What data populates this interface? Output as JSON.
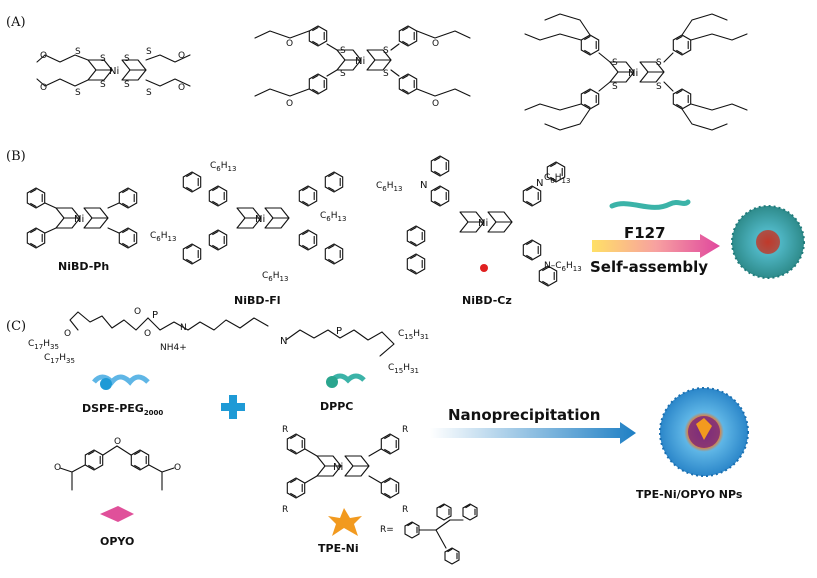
{
  "panels": {
    "a": {
      "label": "(A)"
    },
    "b": {
      "label": "(B)"
    },
    "c": {
      "label": "(C)"
    }
  },
  "atoms": {
    "ni": "Ni",
    "s": "S",
    "o": "O",
    "n": "N",
    "n_plus": "N",
    "r": "R",
    "subscript_3": "3"
  },
  "panel_b": {
    "compounds": [
      "NiBD-Ph",
      "NiBD-Fl",
      "NiBD-Cz"
    ],
    "hexyl": "C6H13",
    "hexyl_parts": {
      "c": "C",
      "c_sub": "6",
      "h": "H",
      "h_sub": "13"
    },
    "hexyl_prefix": "C6H13–N",
    "polymer": "F127",
    "process": "Self-assembly",
    "colors": {
      "arrow_start": "#ffd34d",
      "arrow_end": "#e0479e",
      "polymer": "#3bb3a8"
    }
  },
  "panel_c": {
    "dspe": {
      "name_main": "DSPE-PEG",
      "name_sub": "2000",
      "acyl": "C17H35",
      "acyl_parts": [
        "C",
        "17",
        "H",
        "35"
      ],
      "counterion": "NH4+"
    },
    "dppc": {
      "name": "DPPC",
      "acyl": "C15H31",
      "acyl_parts": [
        "C",
        "15",
        "H",
        "31"
      ]
    },
    "opyo": {
      "name": "OPYO"
    },
    "tpe_ni": {
      "name": "TPE-Ni",
      "r_def": "R="
    },
    "process": "Nanoprecipitation",
    "product": "TPE-Ni/OPYO NPs",
    "colors": {
      "plus": "#1e9ad6",
      "arrow_start": "#e8f3fb",
      "arrow_end": "#1e7fc4",
      "opyo": "#e0509a",
      "tpe": "#f29a1f"
    }
  }
}
